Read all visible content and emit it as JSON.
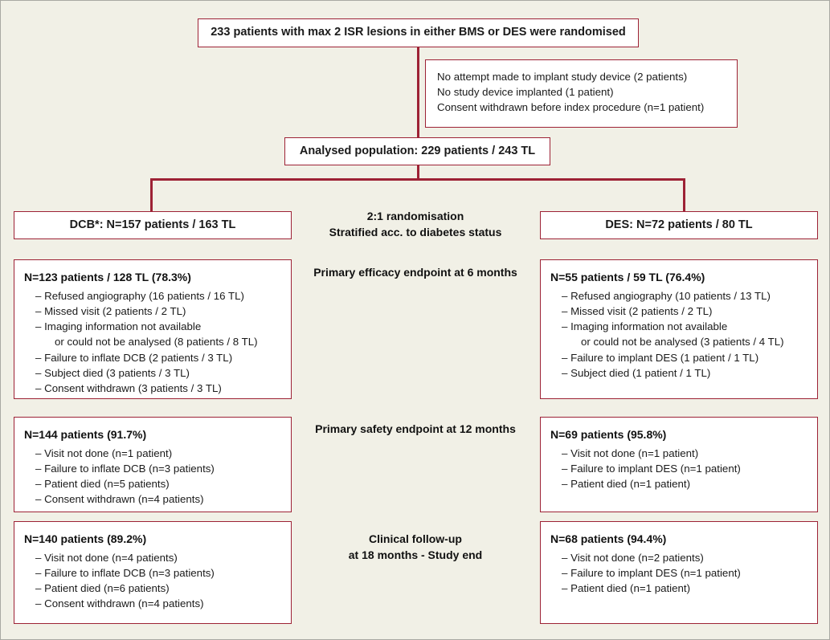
{
  "figure": {
    "background_color": "#f1f0e6",
    "accent_color": "#9d2235",
    "text_color": "#1a1a1a"
  },
  "top_box": {
    "text": "233 patients with max 2 ISR lesions in either BMS or DES were randomised"
  },
  "exclusion_box": {
    "lines": [
      "No attempt made to implant study device (2 patients)",
      "No study device implanted (1 patient)",
      "Consent withdrawn before index procedure (n=1 patient)"
    ]
  },
  "analysed_box": {
    "text": "Analysed population: 229 patients / 243 TL"
  },
  "randomisation_label": {
    "line1": "2:1 randomisation",
    "line2": "Stratified acc. to diabetes status"
  },
  "arms": {
    "dcb": {
      "header": "DCB*: N=157 patients / 163 TL"
    },
    "des": {
      "header": "DES: N=72 patients / 80 TL"
    }
  },
  "stages": [
    {
      "center_label_line1": "Primary efficacy endpoint at 6 months",
      "center_label_line2": "",
      "dcb": {
        "header": "N=123 patients / 128 TL (78.3%)",
        "items": [
          {
            "text": "– Refused angiography (16 patients / 16 TL)",
            "cont": ""
          },
          {
            "text": "– Missed visit (2 patients / 2 TL)",
            "cont": ""
          },
          {
            "text": "– Imaging information not available",
            "cont": "or could not be analysed (8 patients / 8 TL)"
          },
          {
            "text": "– Failure to inflate DCB (2 patients / 3 TL)",
            "cont": ""
          },
          {
            "text": "– Subject died (3 patients / 3 TL)",
            "cont": ""
          },
          {
            "text": "– Consent withdrawn (3 patients / 3 TL)",
            "cont": ""
          }
        ]
      },
      "des": {
        "header": "N=55 patients / 59 TL (76.4%)",
        "items": [
          {
            "text": "– Refused angiography (10 patients / 13 TL)",
            "cont": ""
          },
          {
            "text": "– Missed visit (2 patients / 2 TL)",
            "cont": ""
          },
          {
            "text": "– Imaging information not available",
            "cont": "or could not be analysed (3 patients / 4 TL)"
          },
          {
            "text": "– Failure to implant DES (1 patient / 1 TL)",
            "cont": ""
          },
          {
            "text": "– Subject died (1 patient / 1 TL)",
            "cont": ""
          }
        ]
      }
    },
    {
      "center_label_line1": "Primary safety endpoint at 12 months",
      "center_label_line2": "",
      "dcb": {
        "header": "N=144 patients (91.7%)",
        "items": [
          {
            "text": "– Visit not done (n=1 patient)",
            "cont": ""
          },
          {
            "text": "– Failure to inflate DCB (n=3 patients)",
            "cont": ""
          },
          {
            "text": "– Patient died (n=5 patients)",
            "cont": ""
          },
          {
            "text": "– Consent withdrawn (n=4 patients)",
            "cont": ""
          }
        ]
      },
      "des": {
        "header": "N=69 patients (95.8%)",
        "items": [
          {
            "text": "– Visit not done (n=1 patient)",
            "cont": ""
          },
          {
            "text": "– Failure to implant DES (n=1 patient)",
            "cont": ""
          },
          {
            "text": "– Patient died (n=1 patient)",
            "cont": ""
          }
        ]
      }
    },
    {
      "center_label_line1": "Clinical follow-up",
      "center_label_line2": "at 18 months - Study end",
      "dcb": {
        "header": "N=140 patients (89.2%)",
        "items": [
          {
            "text": "– Visit not done (n=4 patients)",
            "cont": ""
          },
          {
            "text": "– Failure to inflate DCB (n=3 patients)",
            "cont": ""
          },
          {
            "text": "– Patient died (n=6 patients)",
            "cont": ""
          },
          {
            "text": "– Consent withdrawn (n=4 patients)",
            "cont": ""
          }
        ]
      },
      "des": {
        "header": "N=68 patients (94.4%)",
        "items": [
          {
            "text": "– Visit not done (n=2 patients)",
            "cont": ""
          },
          {
            "text": "– Failure to implant DES (n=1 patient)",
            "cont": ""
          },
          {
            "text": "– Patient died (n=1 patient)",
            "cont": ""
          }
        ]
      }
    }
  ]
}
